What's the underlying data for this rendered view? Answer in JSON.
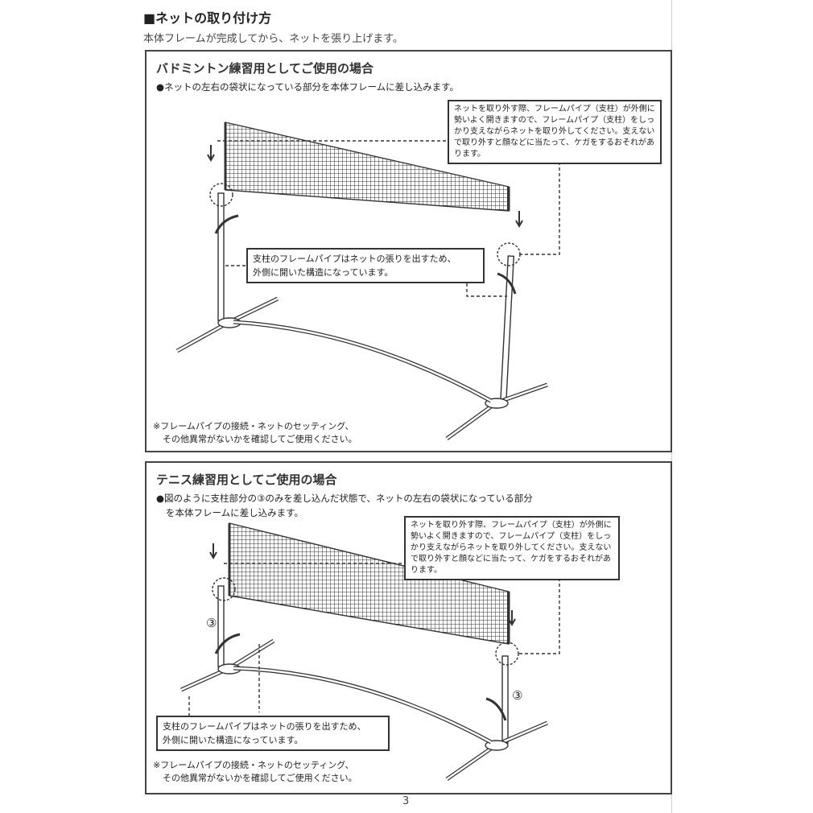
{
  "heading": "■ネットの取り付け方",
  "intro": "本体フレームが完成してから、ネットを張り上げます。",
  "badminton": {
    "title": "バドミントン練習用としてご使用の場合",
    "instruction": "●ネットの左右の袋状になっている部分を本体フレームに差し込みます。",
    "warning": "ネットを取り外す際、フレームパイプ（支柱）が外側に勢いよく開きますので、フレームパイプ（支柱）をしっかり支えながらネットを取り外してください。支えないで取り外すと顔などに当たって、ケガをするおそれがあります。",
    "pole_note": [
      "支柱のフレームパイプはネットの張りを出すため、",
      "外側に開いた構造になっています。"
    ],
    "footnote": [
      "※フレームパイプの接続・ネットのセッティング、",
      "その他異常がないかを確認してご使用ください。"
    ]
  },
  "tennis": {
    "title": "テニス練習用としてご使用の場合",
    "instruction": [
      "●図のように支柱部分の③のみを差し込んだ状態で、ネットの左右の袋状になっている部分",
      "を本体フレームに差し込みます。"
    ],
    "warning": "ネットを取り外す際、フレームパイプ（支柱）が外側に勢いよく開きますので、フレームパイプ（支柱）をしっかり支えながらネットを取り外してください。支えないで取り外すと顔などに当たって、ケガをするおそれがあります。",
    "pole_note": [
      "支柱のフレームパイプはネットの張りを出すため、",
      "外側に開いた構造になっています。"
    ],
    "part_label": "③",
    "footnote": [
      "※フレームパイプの接続・ネットのセッティング、",
      "その他異常がないかを確認してご使用ください。"
    ]
  },
  "page_number": "3"
}
